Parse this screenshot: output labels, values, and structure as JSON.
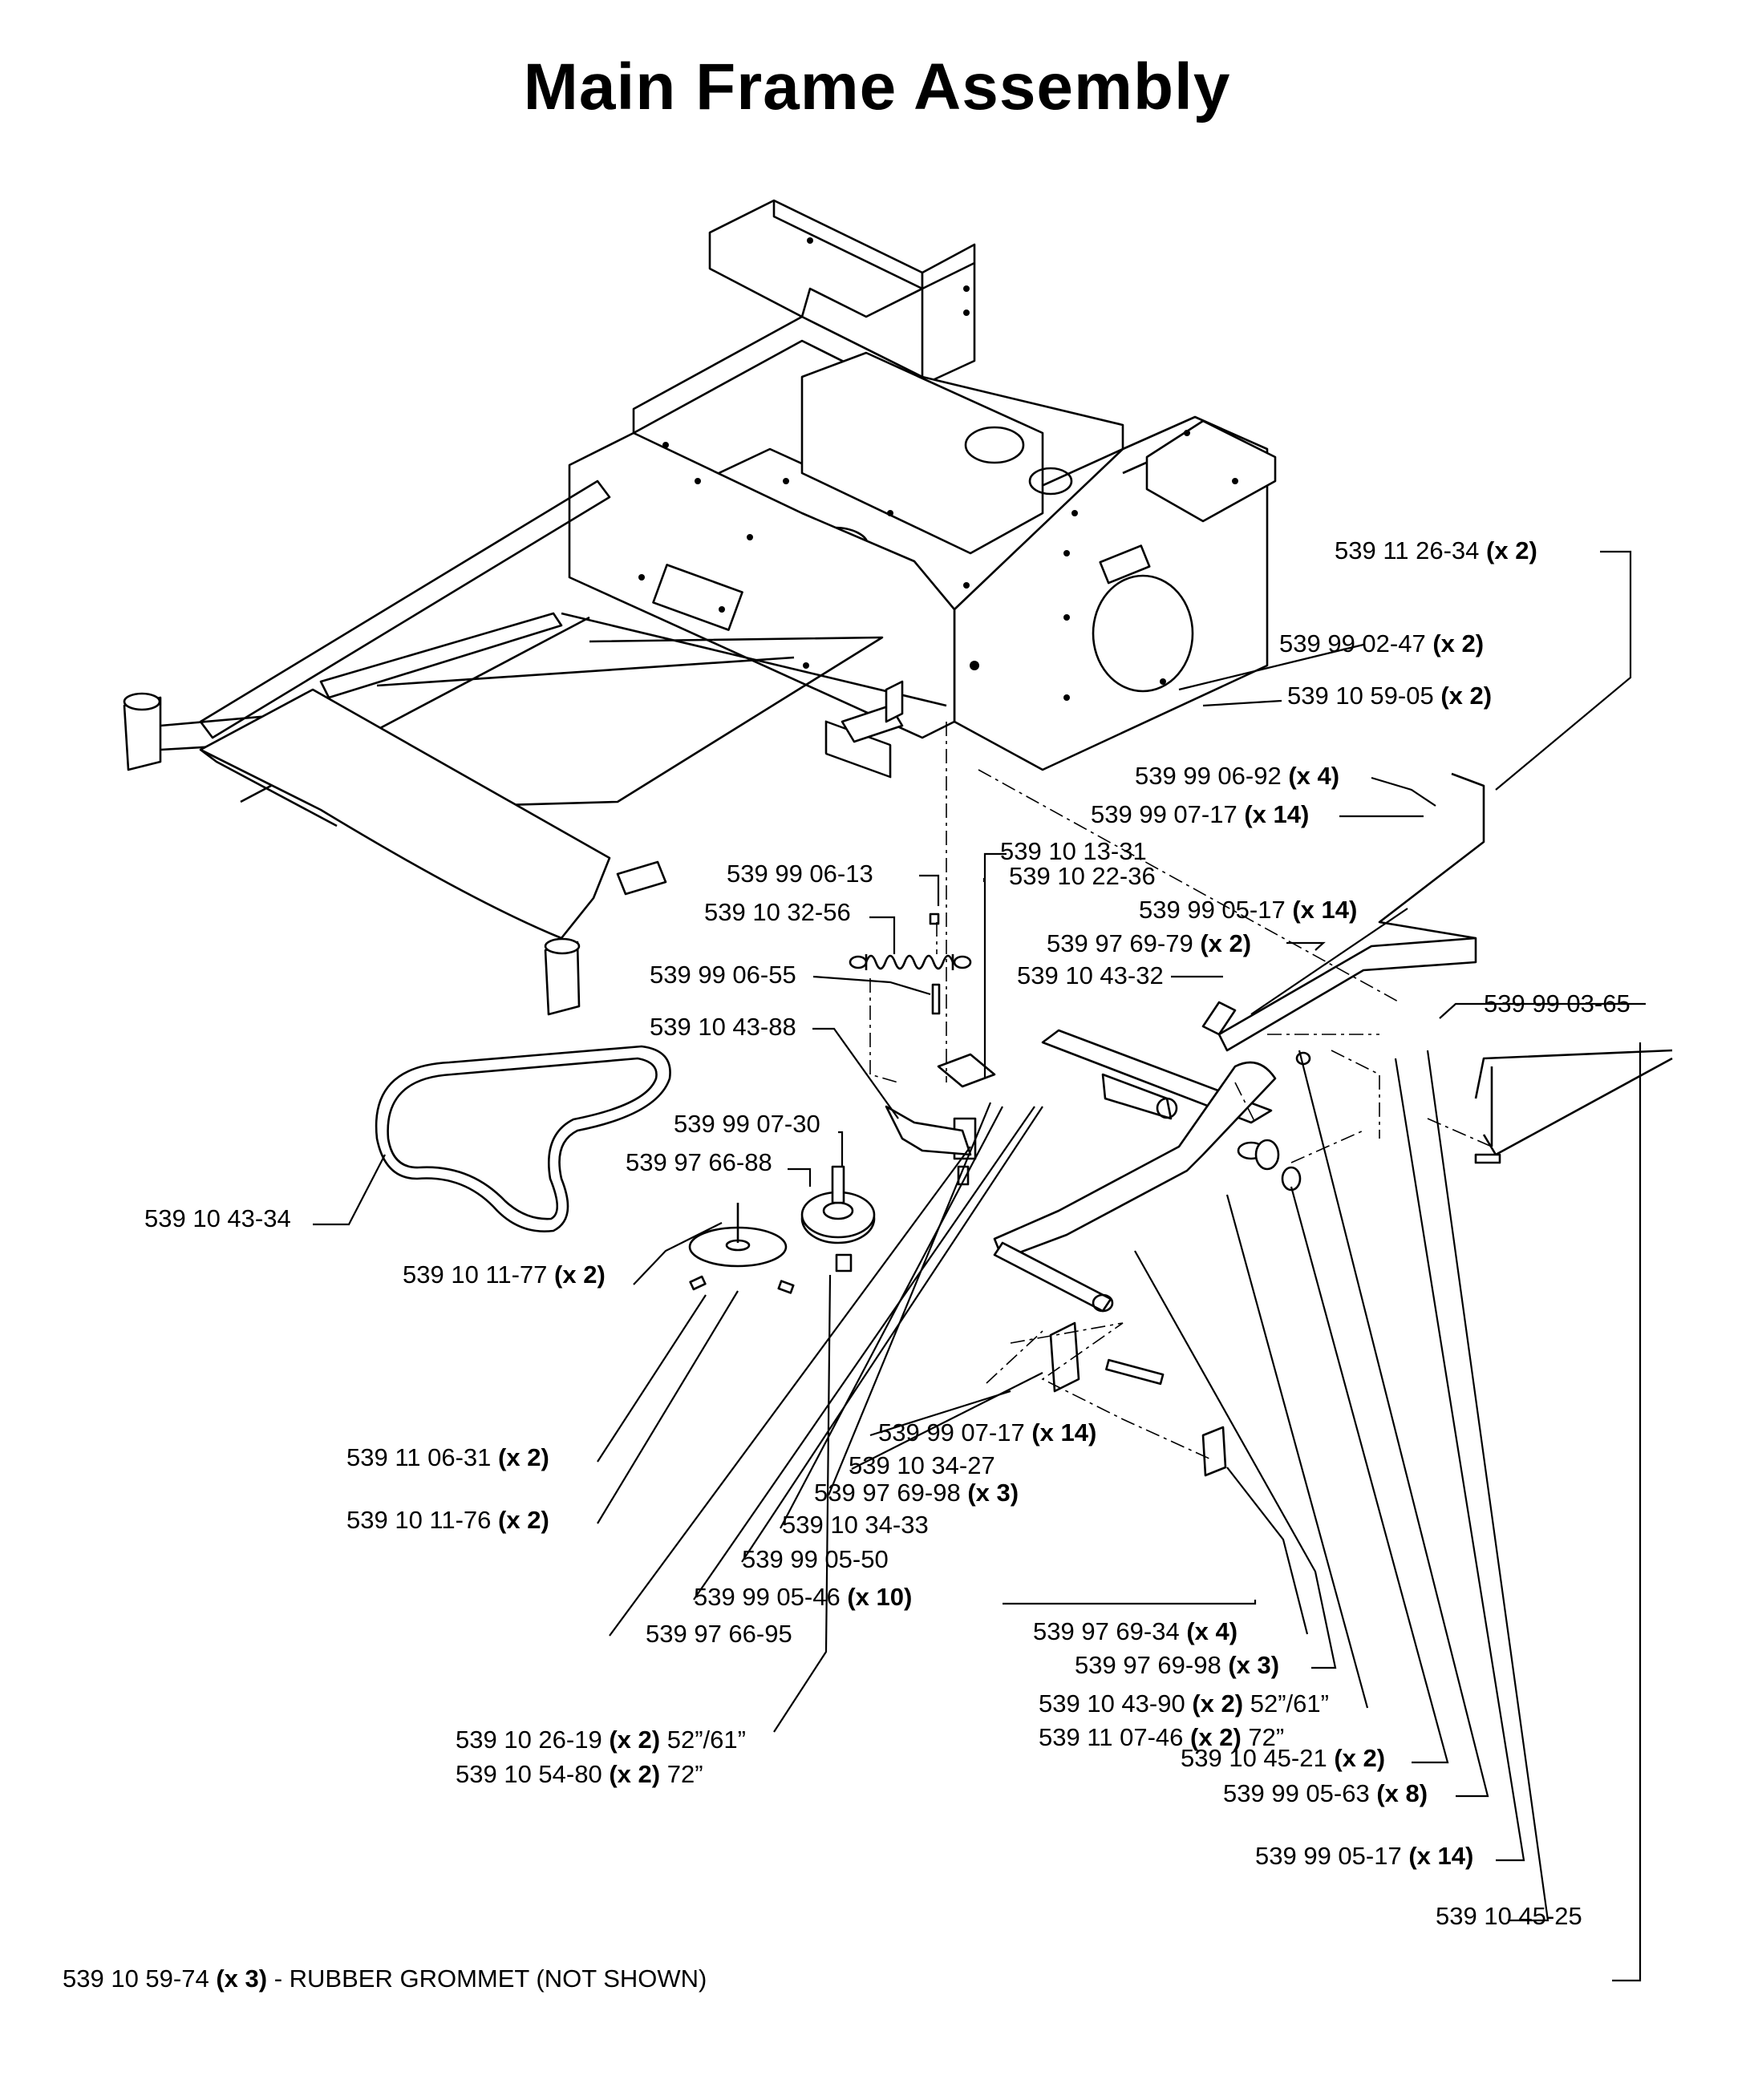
{
  "title": "Main Frame Assembly",
  "parts": [
    {
      "id": "p01",
      "number": "539 11 26-34",
      "qty": "(x 2)",
      "note": ""
    },
    {
      "id": "p02",
      "number": "539 99 02-47",
      "qty": "(x 2)",
      "note": ""
    },
    {
      "id": "p03",
      "number": "539 10 59-05",
      "qty": "(x 2)",
      "note": ""
    },
    {
      "id": "p04",
      "number": "539 99 06-92",
      "qty": "(x 4)",
      "note": ""
    },
    {
      "id": "p05",
      "number": "539 99 07-17",
      "qty": "(x 14)",
      "note": ""
    },
    {
      "id": "p06",
      "number": "539 10 13-31",
      "qty": "",
      "note": ""
    },
    {
      "id": "p07",
      "number": "539 99 06-13",
      "qty": "",
      "note": ""
    },
    {
      "id": "p08",
      "number": "539 10 22-36",
      "qty": "",
      "note": ""
    },
    {
      "id": "p09",
      "number": "539 10 32-56",
      "qty": "",
      "note": ""
    },
    {
      "id": "p10",
      "number": "539 99 05-17",
      "qty": "(x 14)",
      "note": ""
    },
    {
      "id": "p11",
      "number": "539 97 69-79",
      "qty": "(x 2)",
      "note": ""
    },
    {
      "id": "p12",
      "number": "539 10 43-32",
      "qty": "",
      "note": ""
    },
    {
      "id": "p13",
      "number": "539 99 06-55",
      "qty": "",
      "note": ""
    },
    {
      "id": "p14",
      "number": "539 10 43-88",
      "qty": "",
      "note": ""
    },
    {
      "id": "p15",
      "number": "539 99 03-65",
      "qty": "",
      "note": ""
    },
    {
      "id": "p16",
      "number": "539 99 07-30",
      "qty": "",
      "note": ""
    },
    {
      "id": "p17",
      "number": "539 97 66-88",
      "qty": "",
      "note": ""
    },
    {
      "id": "p18",
      "number": "539 10 43-34",
      "qty": "",
      "note": ""
    },
    {
      "id": "p19",
      "number": "539 10 11-77",
      "qty": "(x 2)",
      "note": ""
    },
    {
      "id": "p20",
      "number": "539 99 07-17",
      "qty": "(x 14)",
      "note": ""
    },
    {
      "id": "p21",
      "number": "539 10 34-27",
      "qty": "",
      "note": ""
    },
    {
      "id": "p22",
      "number": "539 11 06-31",
      "qty": "(x 2)",
      "note": ""
    },
    {
      "id": "p23",
      "number": "539 97 69-98",
      "qty": "(x 3)",
      "note": ""
    },
    {
      "id": "p24",
      "number": "539 10 11-76",
      "qty": "(x 2)",
      "note": ""
    },
    {
      "id": "p25",
      "number": "539 10 34-33",
      "qty": "",
      "note": ""
    },
    {
      "id": "p26",
      "number": "539 99 05-50",
      "qty": "",
      "note": ""
    },
    {
      "id": "p27",
      "number": "539 99 05-46",
      "qty": "(x 10)",
      "note": ""
    },
    {
      "id": "p28",
      "number": "539 97 69-34",
      "qty": "(x 4)",
      "note": ""
    },
    {
      "id": "p29",
      "number": "539 97 66-95",
      "qty": "",
      "note": ""
    },
    {
      "id": "p30",
      "number": "539 97 69-98",
      "qty": "(x 3)",
      "note": ""
    },
    {
      "id": "p31",
      "number": "539 10 43-90",
      "qty": "(x 2)",
      "note": "52”/61”"
    },
    {
      "id": "p32",
      "number": "539 10 26-19",
      "qty": "(x 2)",
      "note": "52”/61”"
    },
    {
      "id": "p33",
      "number": "539 11 07-46",
      "qty": "(x 2)",
      "note": "72”"
    },
    {
      "id": "p34",
      "number": "539 10 45-21",
      "qty": "(x 2)",
      "note": ""
    },
    {
      "id": "p35",
      "number": "539 10 54-80",
      "qty": "(x 2)",
      "note": "72”"
    },
    {
      "id": "p36",
      "number": "539 99 05-63",
      "qty": "(x 8)",
      "note": ""
    },
    {
      "id": "p37",
      "number": "539 99 05-17",
      "qty": "(x 14)",
      "note": ""
    },
    {
      "id": "p38",
      "number": "539 10 45-25",
      "qty": "",
      "note": ""
    }
  ],
  "footnote": {
    "number": "539 10 59-74",
    "qty": "(x 3)",
    "text": "- RUBBER GROMMET (NOT SHOWN)"
  }
}
